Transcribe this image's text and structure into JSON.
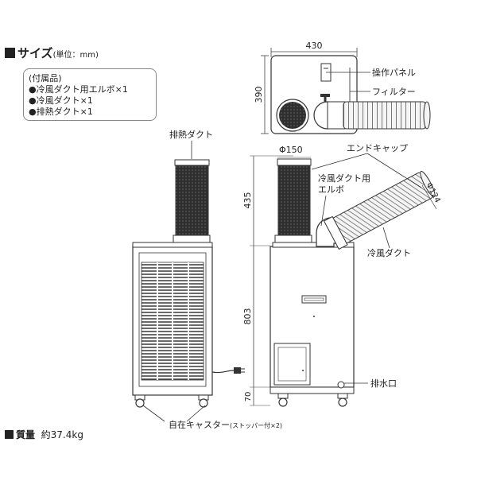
{
  "title": {
    "main": "サイズ",
    "unit": "(単位：mm)"
  },
  "accessories": {
    "header": "(付属品)",
    "items": [
      "●冷風ダクト用エルボ×1",
      "●冷風ダクト×1",
      "●排熱ダクト×1"
    ]
  },
  "dimensions": {
    "width": "430",
    "depth": "390",
    "duct_height": "435",
    "body_height": "803",
    "caster_height": "70",
    "exhaust_diameter": "Φ150",
    "cold_duct_diameter": "Φ124"
  },
  "labels": {
    "control_panel": "操作パネル",
    "filter": "フィルター",
    "exhaust_duct": "排熱ダクト",
    "end_cap": "エンドキャップ",
    "elbow_line1": "冷風ダクト用",
    "elbow_line2": "エルボ",
    "cold_duct": "冷風ダクト",
    "drain": "排水口",
    "caster": "自在キャスター",
    "caster_note": "(ストッパー付×2)"
  },
  "mass": {
    "label": "質量",
    "value": "約37.4kg"
  }
}
